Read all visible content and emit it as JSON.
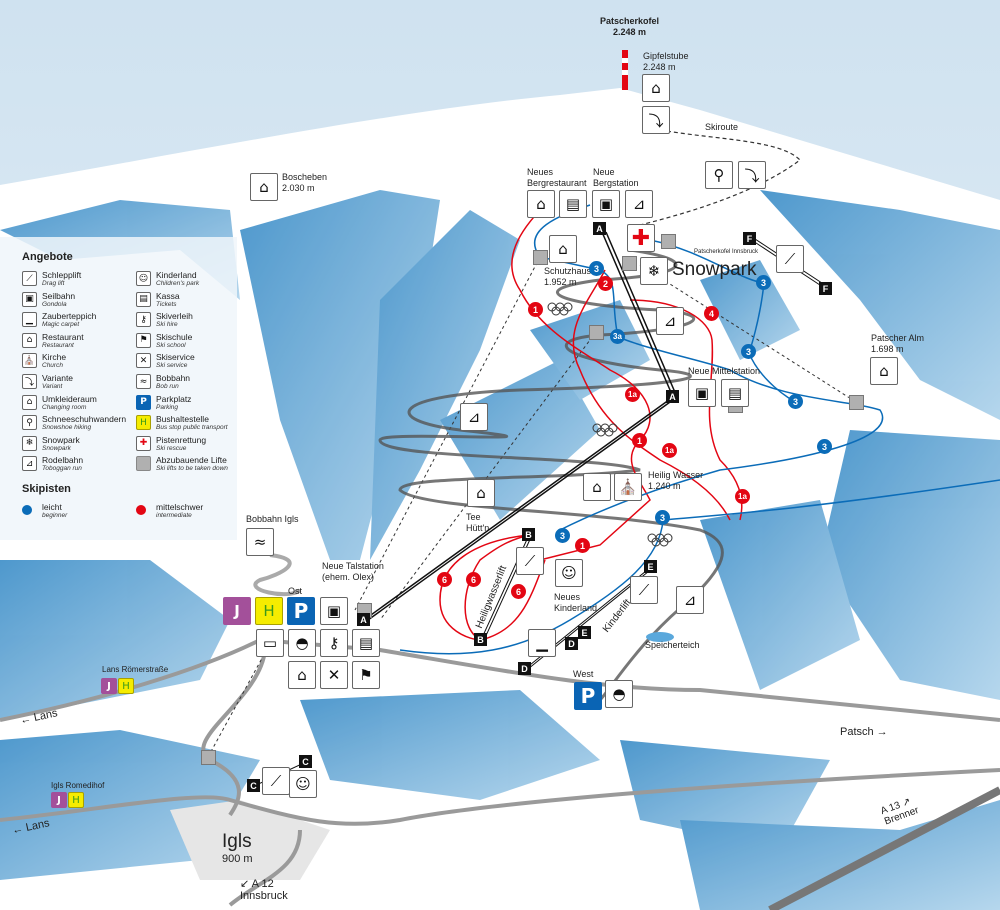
{
  "peak": {
    "name": "Patscherkofel",
    "elevation": "2.248 m"
  },
  "places": {
    "gipfelstube": {
      "name": "Gipfelstube",
      "elevation": "2.248 m"
    },
    "skiroute": "Skiroute",
    "boscheben": {
      "name": "Boscheben",
      "elevation": "2.030 m"
    },
    "bergrestaurant": {
      "line1": "Neues",
      "line2": "Bergrestaurant"
    },
    "bergstation": {
      "line1": "Neue",
      "line2": "Bergstation"
    },
    "schutzhaus": {
      "name": "Schutzhaus",
      "elevation": "1.952 m"
    },
    "snowpark": {
      "name": "Snowpark",
      "sub": "Patscherkofel Innsbruck"
    },
    "patscher_alm": {
      "name": "Patscher Alm",
      "elevation": "1.698 m"
    },
    "mittelstation": "Neue Mittelstation",
    "heilig_wasser": {
      "name": "Heilig Wasser",
      "elevation": "1.240 m"
    },
    "tee_huettn": {
      "line1": "Tee",
      "line2": "Hütt'n"
    },
    "bobbahn_igls": "Bobbahn Igls",
    "talstation": {
      "line1": "Neue Talstation",
      "line2": "(ehem. Olex)"
    },
    "ost": "Ost",
    "kinderland": {
      "line1": "Neues",
      "line2": "Kinderland"
    },
    "speicherteich": "Speicherteich",
    "west": "West",
    "lans_roemerstrasse": "Lans Römerstraße",
    "igls_romedihof": "Igls Romedihof",
    "lans1": "← Lans",
    "lans2": "← Lans",
    "igls": {
      "name": "Igls",
      "elevation": "900 m"
    },
    "a12": {
      "line1": "↙ A 12",
      "line2": "Innsbruck"
    },
    "patsch": "Patsch →",
    "a13": {
      "line1": "A 13 ↗",
      "line2": "Brenner"
    },
    "heiligwasserlift": "Heiligwasserlift",
    "kinderlift": "Kinderlift"
  },
  "lifts": [
    "A",
    "A",
    "A",
    "B",
    "B",
    "C",
    "C",
    "D",
    "D",
    "E",
    "E",
    "F",
    "F"
  ],
  "pistes": {
    "blue": [
      "3",
      "3",
      "3",
      "3",
      "3",
      "3",
      "3",
      "3a"
    ],
    "red": [
      "1",
      "1",
      "1",
      "2",
      "4",
      "1a",
      "1a",
      "1a",
      "6",
      "6",
      "6"
    ]
  },
  "markers": {
    "bus": "H",
    "parking": "P",
    "train": "J"
  },
  "legend": {
    "title": "Angebote",
    "items": [
      {
        "icon": "drag-lift",
        "label": "Schlepplift",
        "sub": "Drag lift"
      },
      {
        "icon": "gondola",
        "label": "Seilbahn",
        "sub": "Gondola"
      },
      {
        "icon": "magic-carpet",
        "label": "Zauberteppich",
        "sub": "Magic carpet"
      },
      {
        "icon": "restaurant",
        "label": "Restaurant",
        "sub": "Restaurant"
      },
      {
        "icon": "church",
        "label": "Kirche",
        "sub": "Church"
      },
      {
        "icon": "variant",
        "label": "Variante",
        "sub": "Variant"
      },
      {
        "icon": "changing-room",
        "label": "Umkleideraum",
        "sub": "Changing room"
      },
      {
        "icon": "snowshoe",
        "label": "Schneeschuhwandern",
        "sub": "Snowshoe hiking"
      },
      {
        "icon": "snowpark",
        "label": "Snowpark",
        "sub": "Snowpark"
      },
      {
        "icon": "toboggan",
        "label": "Rodelbahn",
        "sub": "Toboggan run"
      },
      {
        "icon": "kinderland",
        "label": "Kinderland",
        "sub": "Children's park"
      },
      {
        "icon": "tickets",
        "label": "Kassa",
        "sub": "Tickets"
      },
      {
        "icon": "ski-hire",
        "label": "Skiverleih",
        "sub": "Ski hire"
      },
      {
        "icon": "ski-school",
        "label": "Skischule",
        "sub": "Ski school"
      },
      {
        "icon": "ski-service",
        "label": "Skiservice",
        "sub": "Ski service"
      },
      {
        "icon": "bob-run",
        "label": "Bobbahn",
        "sub": "Bob run"
      },
      {
        "icon": "parking",
        "label": "Parkplatz",
        "sub": "Parking"
      },
      {
        "icon": "bus-stop",
        "label": "Bushaltestelle",
        "sub": "Bus stop public transport"
      },
      {
        "icon": "rescue",
        "label": "Pistenrettung",
        "sub": "Ski rescue"
      },
      {
        "icon": "removed-lift",
        "label": "Abzubauende Lifte",
        "sub": "Ski lifts to be taken down"
      }
    ],
    "pistes_title": "Skipisten",
    "pistes": [
      {
        "label": "leicht",
        "sub": "beginner",
        "color": "#0b6cb8"
      },
      {
        "label": "mittelschwer",
        "sub": "intermediate",
        "color": "#e30613"
      }
    ]
  },
  "colors": {
    "blue_piste": "#0b6cb8",
    "red_piste": "#e30613",
    "train": "#a3509a",
    "bus": "#f5ec00",
    "parking": "#0a64b4"
  }
}
